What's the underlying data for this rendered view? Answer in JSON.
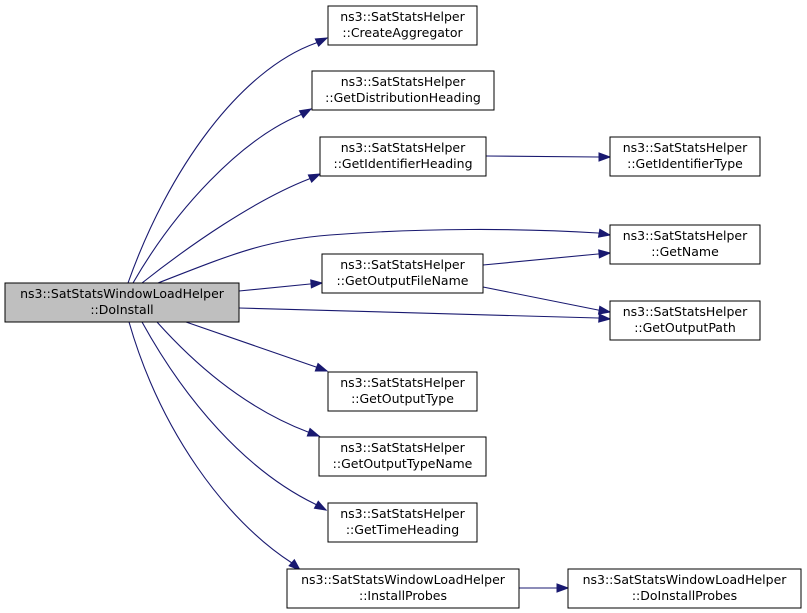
{
  "graph": {
    "root": "DoInstall",
    "nodes": [
      {
        "id": "DoInstall",
        "lines": [
          "ns3::SatStatsWindowLoadHelper",
          "::DoInstall"
        ],
        "highlighted": true
      },
      {
        "id": "CreateAggregator",
        "lines": [
          "ns3::SatStatsHelper",
          "::CreateAggregator"
        ]
      },
      {
        "id": "GetDistributionHeading",
        "lines": [
          "ns3::SatStatsHelper",
          "::GetDistributionHeading"
        ]
      },
      {
        "id": "GetIdentifierHeading",
        "lines": [
          "ns3::SatStatsHelper",
          "::GetIdentifierHeading"
        ]
      },
      {
        "id": "GetIdentifierType",
        "lines": [
          "ns3::SatStatsHelper",
          "::GetIdentifierType"
        ]
      },
      {
        "id": "GetName",
        "lines": [
          "ns3::SatStatsHelper",
          "::GetName"
        ]
      },
      {
        "id": "GetOutputFileName",
        "lines": [
          "ns3::SatStatsHelper",
          "::GetOutputFileName"
        ]
      },
      {
        "id": "GetOutputPath",
        "lines": [
          "ns3::SatStatsHelper",
          "::GetOutputPath"
        ]
      },
      {
        "id": "GetOutputType",
        "lines": [
          "ns3::SatStatsHelper",
          "::GetOutputType"
        ]
      },
      {
        "id": "GetOutputTypeName",
        "lines": [
          "ns3::SatStatsHelper",
          "::GetOutputTypeName"
        ]
      },
      {
        "id": "GetTimeHeading",
        "lines": [
          "ns3::SatStatsHelper",
          "::GetTimeHeading"
        ]
      },
      {
        "id": "InstallProbes",
        "lines": [
          "ns3::SatStatsWindowLoadHelper",
          "::InstallProbes"
        ]
      },
      {
        "id": "DoInstallProbes",
        "lines": [
          "ns3::SatStatsWindowLoadHelper",
          "::DoInstallProbes"
        ]
      }
    ],
    "edges": [
      {
        "from": "DoInstall",
        "to": "CreateAggregator"
      },
      {
        "from": "DoInstall",
        "to": "GetDistributionHeading"
      },
      {
        "from": "DoInstall",
        "to": "GetIdentifierHeading"
      },
      {
        "from": "DoInstall",
        "to": "GetName"
      },
      {
        "from": "DoInstall",
        "to": "GetOutputFileName"
      },
      {
        "from": "DoInstall",
        "to": "GetOutputPath"
      },
      {
        "from": "DoInstall",
        "to": "GetOutputType"
      },
      {
        "from": "DoInstall",
        "to": "GetOutputTypeName"
      },
      {
        "from": "DoInstall",
        "to": "GetTimeHeading"
      },
      {
        "from": "DoInstall",
        "to": "InstallProbes"
      },
      {
        "from": "GetIdentifierHeading",
        "to": "GetIdentifierType"
      },
      {
        "from": "GetOutputFileName",
        "to": "GetName"
      },
      {
        "from": "GetOutputFileName",
        "to": "GetOutputPath"
      },
      {
        "from": "InstallProbes",
        "to": "DoInstallProbes"
      }
    ],
    "colors": {
      "edge": "#191970",
      "node_border": "#000000",
      "node_fill": "#ffffff",
      "root_fill": "#bfbfbf"
    }
  }
}
